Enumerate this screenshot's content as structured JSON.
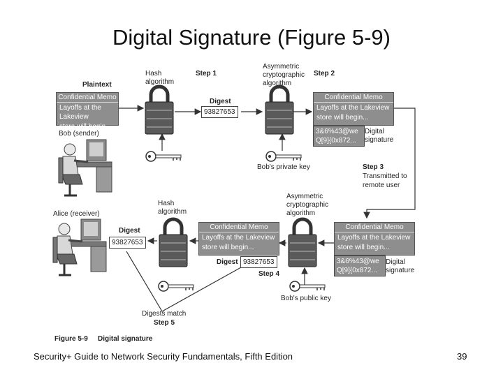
{
  "slide": {
    "title": "Digital Signature (Figure 5-9)",
    "footer": "Security+ Guide to Network Security Fundamentals, Fifth Edition",
    "page_number": "39"
  },
  "figure": {
    "plaintext_label": "Plaintext",
    "memo_title": "Confidential Memo",
    "memo_line1": "Layoffs at the Lakeview",
    "memo_line2": "store will begin...",
    "hash_line1": "Hash",
    "hash_line2": "algorithm",
    "asym_line1": "Asymmetric",
    "asym_line2": "cryptographic",
    "asym_line3": "algorithm",
    "step1": "Step 1",
    "step2": "Step 2",
    "step3": "Step 3",
    "step3_line1": "Transmitted to",
    "step3_line2": "remote user",
    "step4": "Step 4",
    "step5": "Step 5",
    "digest_label": "Digest",
    "digest_value": "93827653",
    "sig_line1": "3&6%43@we",
    "sig_line2": "Q[9]{0x872...",
    "sig_label1": "Digital",
    "sig_label2": "signature",
    "bob_label": "Bob (sender)",
    "alice_label": "Alice (receiver)",
    "private_key": "Bob's private key",
    "public_key": "Bob's public key",
    "digests_match": "Digests match",
    "caption_num": "Figure 5-9",
    "caption_text": "Digital signature"
  },
  "icons": [
    "padlock-icon",
    "key-icon",
    "person-at-computer-icon"
  ]
}
